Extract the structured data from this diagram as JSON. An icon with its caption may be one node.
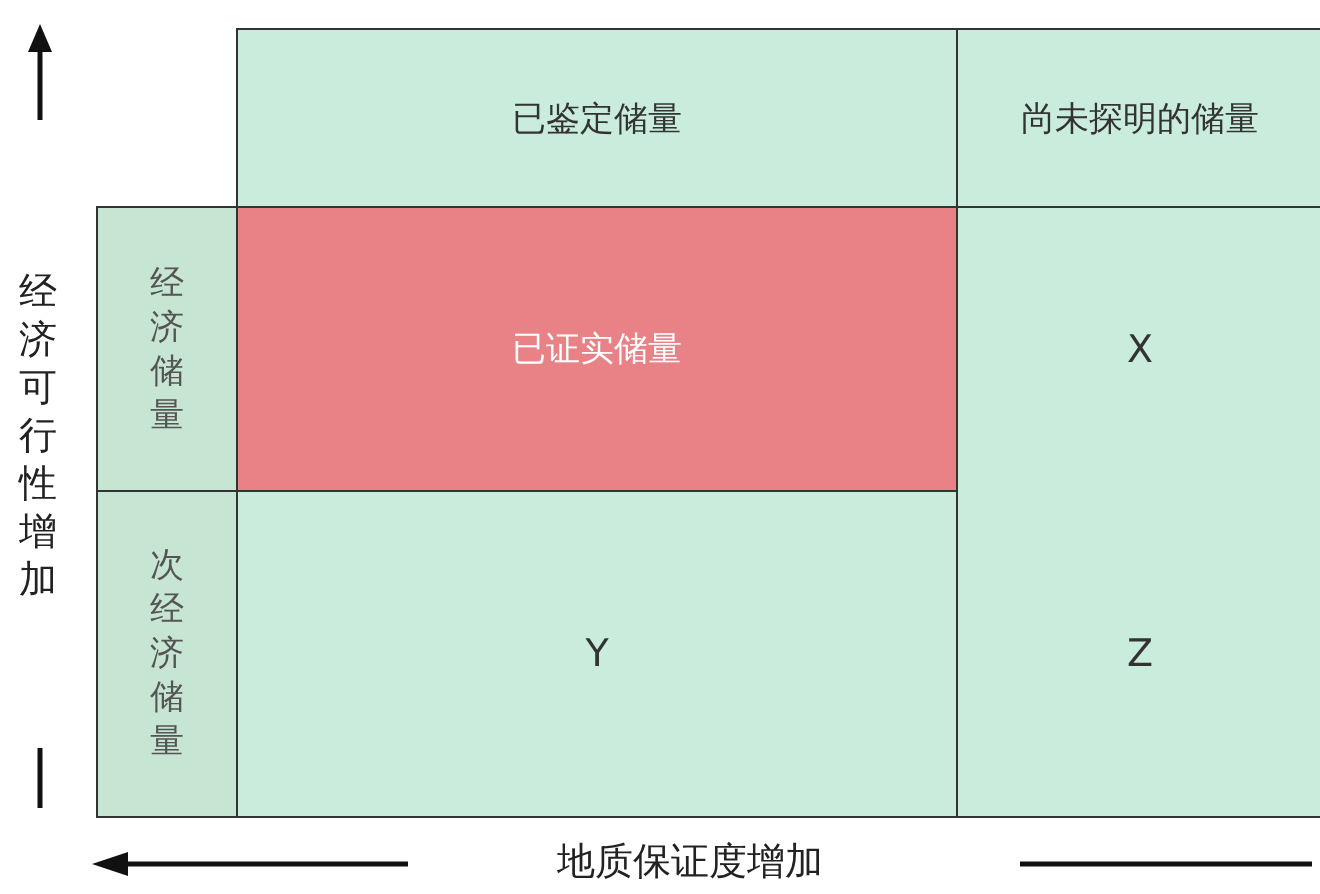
{
  "diagram": {
    "nodes": [
      {
        "text": [
          "已鉴定储量"
        ]
      },
      {
        "text": [
          "尚未探明的储量"
        ]
      },
      {
        "text": [
          "经济储量"
        ]
      },
      {
        "text": [
          "次经济储量"
        ]
      },
      {
        "text": [
          "已证实储量"
        ]
      },
      {
        "text": [
          "X"
        ]
      },
      {
        "text": [
          "Y"
        ]
      },
      {
        "text": [
          "Z"
        ]
      }
    ],
    "labels": [
      "经济可行性增加",
      "地质保证度增加"
    ]
  }
}
